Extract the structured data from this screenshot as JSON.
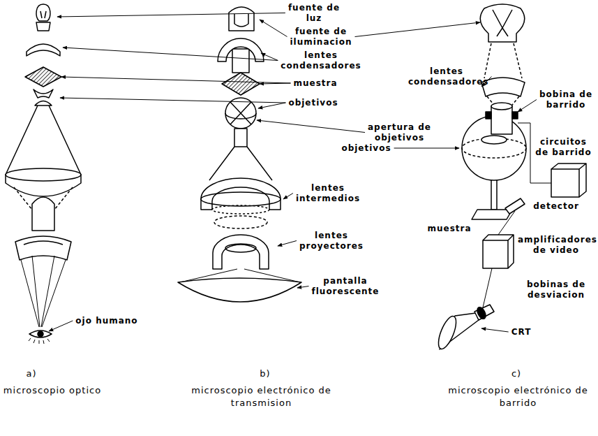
{
  "diagram": {
    "labels": [
      "fuente de luz",
      "fuente de iluminacion",
      "lentes condensadores",
      "lentes condensadores",
      "muestra",
      "apertura de objetivos",
      "objetivos",
      "bobina de barrido",
      "objetivos",
      "circuitos de barrido",
      "lentes intermedios",
      "muestra",
      "detector",
      "amplificadores de video",
      "lentes proyectores",
      "bobinas de desviacion",
      "pantalla fluorescente",
      "ojo humano",
      "CRT",
      "a)",
      "microscopio optico",
      "b)",
      "microscopio electrónico de transmision",
      "c)",
      "microscopio electrónico de barrido"
    ]
  }
}
